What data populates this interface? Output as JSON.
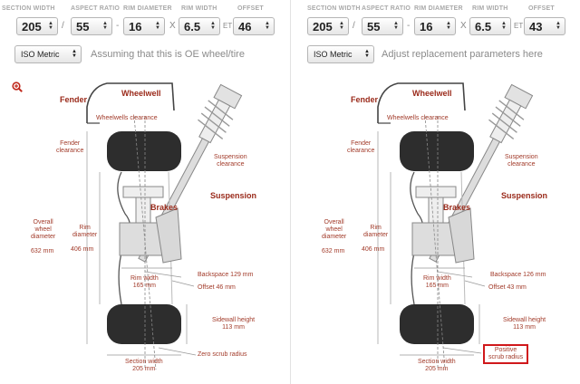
{
  "headers": {
    "section_width": "SECTION WIDTH",
    "aspect_ratio": "ASPECT RATIO",
    "rim_diameter": "RIM DIAMETER",
    "rim_width": "RIM WIDTH",
    "offset": "OFFSET"
  },
  "separators": {
    "slash": "/",
    "dash": "-",
    "x": "X",
    "et": "ET"
  },
  "left": {
    "section_width": "205",
    "aspect_ratio": "55",
    "rim_diameter": "16",
    "rim_width": "6.5",
    "offset": "46",
    "unit_system": "ISO Metric",
    "note": "Assuming that this is OE wheel/tire",
    "labels": {
      "fender": "Fender",
      "wheelwell": "Wheelwell",
      "wheelwells_clearance": "Wheelwells clearance",
      "fender_clearance": "Fender\nclearance",
      "suspension_clearance": "Suspension\nclearance",
      "suspension": "Suspension",
      "brakes": "Brakes",
      "overall_diameter": "Overall\nwheel\ndiameter",
      "overall_diameter_value": "632 mm",
      "rim_diameter": "Rim\ndiameter",
      "rim_diameter_value": "406 mm",
      "backspace": "Backspace 129 mm",
      "rim_width": "Rim width\n165 mm",
      "offset": "Offset 46 mm",
      "sidewall": "Sidewall height\n113 mm",
      "scrub": "Zero scrub radius",
      "section_width": "Section width\n205 mm"
    }
  },
  "right": {
    "section_width": "205",
    "aspect_ratio": "55",
    "rim_diameter": "16",
    "rim_width": "6.5",
    "offset": "43",
    "unit_system": "ISO Metric",
    "note": "Adjust replacement parameters here",
    "labels": {
      "fender": "Fender",
      "wheelwell": "Wheelwell",
      "wheelwells_clearance": "Wheelwells clearance",
      "fender_clearance": "Fender\nclearance",
      "suspension_clearance": "Suspension\nclearance",
      "suspension": "Suspension",
      "brakes": "Brakes",
      "overall_diameter": "Overall\nwheel\ndiameter",
      "overall_diameter_value": "632 mm",
      "rim_diameter": "Rim\ndiameter",
      "rim_diameter_value": "406 mm",
      "backspace": "Backspace 126 mm",
      "rim_width": "Rim width\n165 mm",
      "offset": "Offset 43 mm",
      "sidewall": "Sidewall height\n113 mm",
      "scrub": "Positive\nscrub radius",
      "section_width": "Section width\n205 mm"
    }
  },
  "colors": {
    "accent": "#9a2a1a",
    "highlight_border": "#d0181b",
    "tire": "#2d2d2d"
  },
  "icons": {
    "zoom": "zoom-in-icon",
    "dropdown": "updown-arrow-icon"
  }
}
